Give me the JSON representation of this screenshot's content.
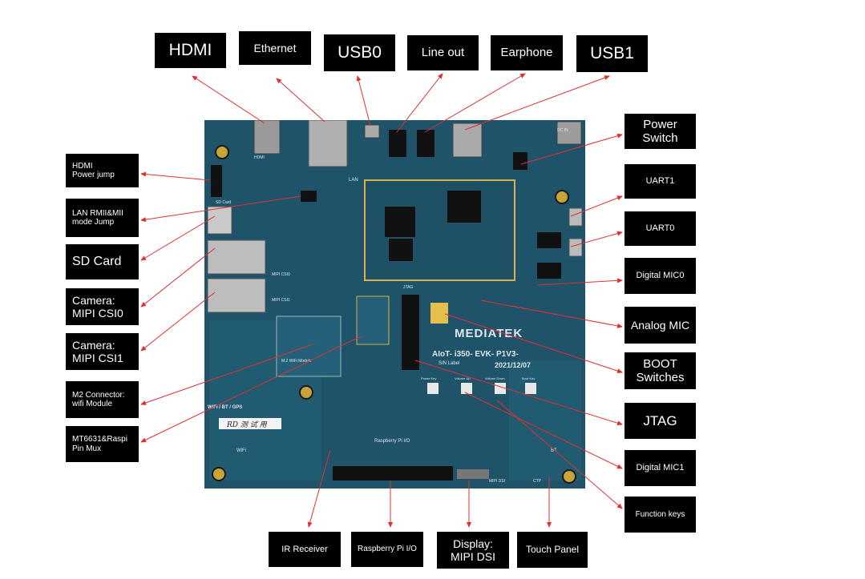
{
  "callouts": {
    "hdmi": "HDMI",
    "ethernet": "Ethernet",
    "usb0": "USB0",
    "line_out": "Line out",
    "earphone": "Earphone",
    "usb1": "USB1",
    "hdmi_power_jump": "HDMI\nPower jump",
    "lan_mode_jump": "LAN RMII&MII\nmode Jump",
    "sd_card": "SD Card",
    "camera_csi0": "Camera:\nMIPI CSI0",
    "camera_csi1": "Camera:\nMIPI CSI1",
    "m2_connector": "M2 Connector:\nwifi Module",
    "mt6631_mux": "MT6631&Raspi\nPin Mux",
    "power_switch": "Power\nSwitch",
    "uart1": "UART1",
    "uart0": "UART0",
    "digital_mic0": "Digital MIC0",
    "analog_mic": "Analog MIC",
    "boot_switches": "BOOT\nSwitches",
    "jtag": "JTAG",
    "digital_mic1": "Digital MIC1",
    "function_keys": "Function keys",
    "ir_receiver": "IR Receiver",
    "raspberry_io": "Raspberry Pi I/O",
    "display_dsi": "Display:\nMIPI DSI",
    "touch_panel": "Touch Panel"
  },
  "board": {
    "brand": "MEDIATEK",
    "model": "AIoT- i350- EVK- P1V3-",
    "date": "2021/12/07",
    "sn_label": "S/N Label",
    "silk_hdmi": "HDMI",
    "silk_lan": "LAN",
    "silk_sdcard": "SD Card",
    "silk_csi0": "MIPI CSI0",
    "silk_csi1": "MIPI CSI1",
    "silk_m2": "M.2 WiFi Module",
    "silk_jtag": "JTAG",
    "silk_wifi_bt": "WiFi / BT / GPS",
    "silk_wifi": "WiFi",
    "silk_bt": "BT",
    "silk_rpi": "Raspberry Pi I/O",
    "silk_dsi": "MIPI DSI",
    "silk_ctp": "CTP",
    "silk_dcin": "DC IN",
    "silk_power_key": "Power Key",
    "silk_vol_up": "Volume Up",
    "silk_vol_down": "Volume Down",
    "silk_boot_key": "Boot Key",
    "handwritten_sticker": "RD 测 试 用"
  },
  "colors": {
    "pcb": "#1d4e63",
    "label_bg": "#000000",
    "label_text": "#ffffff",
    "arrow": "#e03030"
  }
}
